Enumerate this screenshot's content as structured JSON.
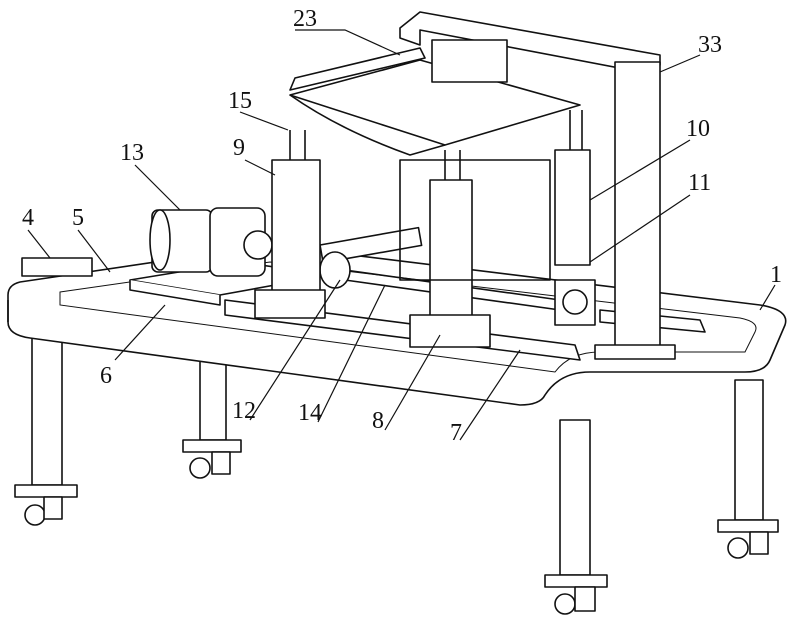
{
  "figure": {
    "labels": {
      "l23": "23",
      "l33": "33",
      "l15": "15",
      "l10": "10",
      "l9": "9",
      "l13": "13",
      "l11": "11",
      "l4": "4",
      "l5": "5",
      "l1": "1",
      "l6": "6",
      "l12": "12",
      "l14": "14",
      "l8": "8",
      "l7": "7"
    }
  }
}
